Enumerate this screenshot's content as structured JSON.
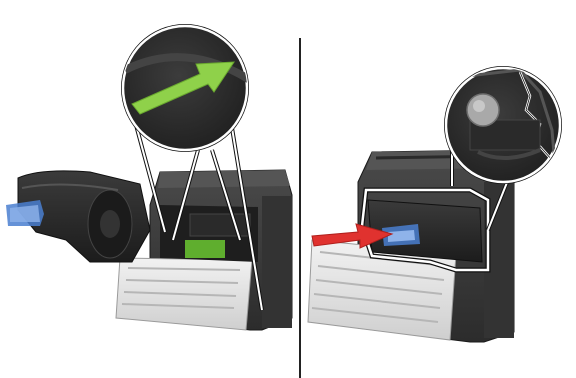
{
  "illustration": {
    "panels": [
      {
        "step": "remove-cartridge",
        "callout": "green-arrow-direction",
        "accent_color": "#8fd14a"
      },
      {
        "step": "insert-cartridge",
        "callout": "cartridge-latch-detail",
        "accent_color": "#e0322f"
      }
    ],
    "divider": "vertical-line",
    "colors": {
      "printer_body": "#3a3a3a",
      "cartridge": "#2a2a2a",
      "tray": "#e6e6e6",
      "blue_handle": "#4a7fd0",
      "red_arrow": "#e0322f",
      "green_arrow": "#8fd14a",
      "callout_bg": "#2e2e2e"
    }
  }
}
